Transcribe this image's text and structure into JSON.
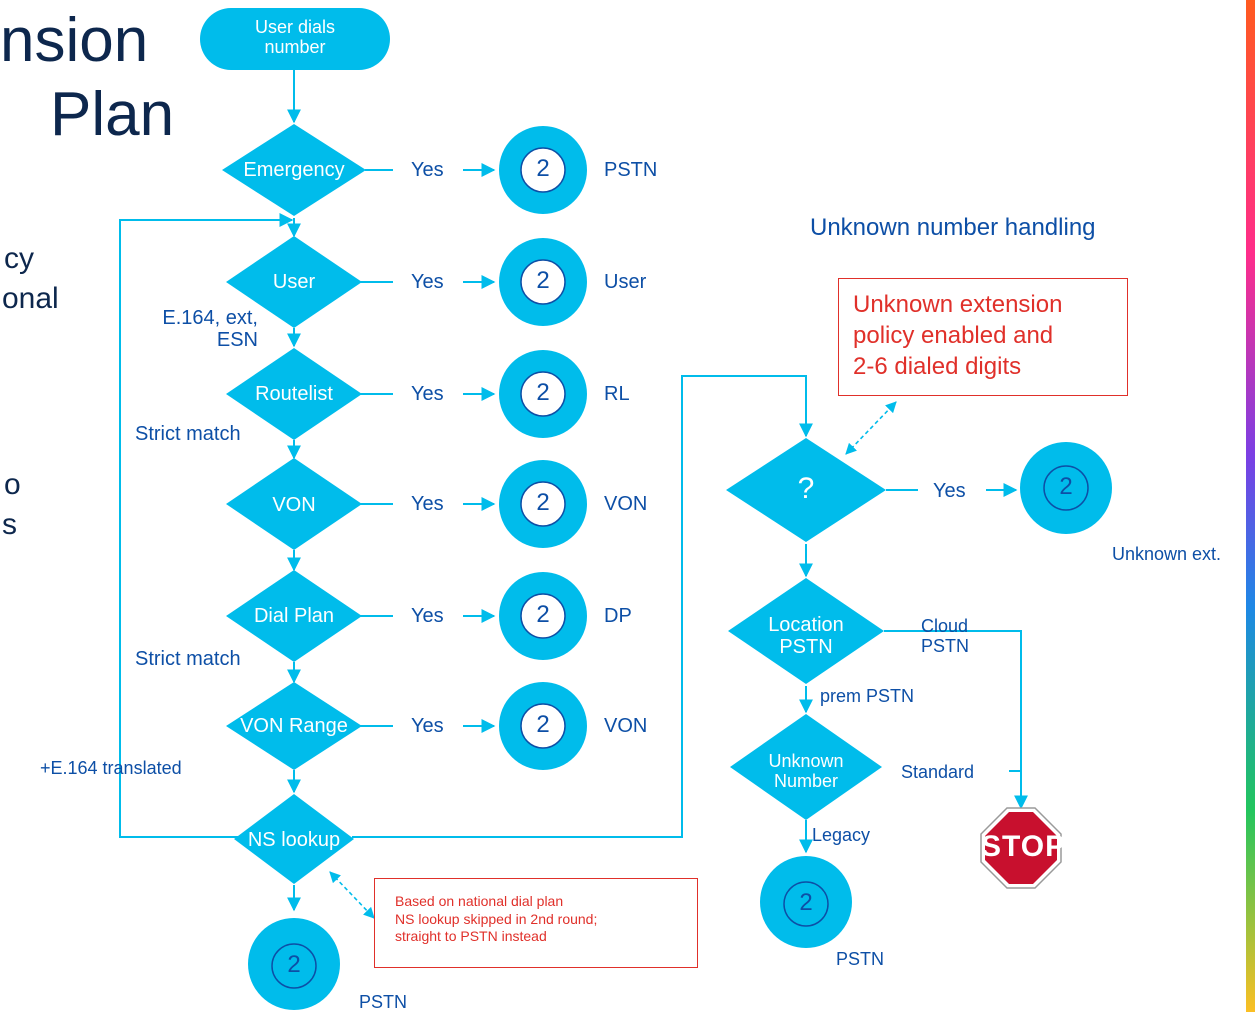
{
  "title": {
    "line1": "nsion",
    "line2": "Plan"
  },
  "side_text": [
    "cy",
    "onal",
    "o",
    "s"
  ],
  "start": "User dials\nnumber",
  "decisions": {
    "emergency": "Emergency",
    "user": "User",
    "routelist": "Routelist",
    "von": "VON",
    "dial_plan": "Dial Plan",
    "von_range": "VON Range",
    "ns_lookup": "NS lookup",
    "unknown_q": "?",
    "location_pstn": "Location\nPSTN",
    "unknown_number": "Unknown\nNumber"
  },
  "yes_label": "Yes",
  "circle_number": "2",
  "outcomes": {
    "emergency": "PSTN",
    "user": "User",
    "routelist": "RL",
    "von": "VON",
    "dial_plan": "DP",
    "von_range": "VON",
    "ns_lookup": "PSTN",
    "unknown_ext": "Unknown ext.",
    "legacy": "PSTN"
  },
  "notes": {
    "user_note": "E.164, ext,\nESN",
    "strict_match_1": "Strict match",
    "strict_match_2": "Strict match",
    "e164_translated": "+E.164 translated",
    "unknown_handling": "Unknown number handling",
    "cloud_pstn": "Cloud\nPSTN",
    "prem_pstn": "prem PSTN",
    "standard": "Standard",
    "legacy": "Legacy"
  },
  "red_box_unknown": "Unknown extension\npolicy enabled and\n2-6 dialed digits",
  "red_box_ns": "Based on national dial plan\nNS lookup skipped in 2nd round;\nstraight to PSTN instead",
  "stop_sign": "STOP",
  "colors": {
    "shape": "#00bceb",
    "text_dark": "#0d274d",
    "text_blue": "#0d4fa6",
    "alert": "#e0302a",
    "stop": "#c8102e"
  }
}
